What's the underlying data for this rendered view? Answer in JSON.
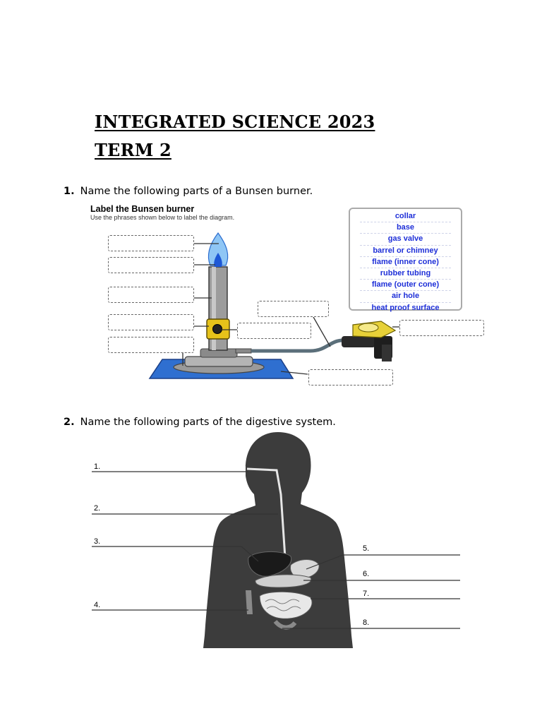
{
  "header": {
    "title": "INTEGRATED SCIENCE  2023",
    "term": "TERM 2"
  },
  "question1": {
    "number": "1.",
    "text": "Name the following parts of a Bunsen burner.",
    "diagram_title": "Label the Bunsen burner",
    "diagram_instruction": "Use the phrases shown below to label the diagram.",
    "word_bank": [
      "collar",
      "base",
      "gas valve",
      "barrel or  chimney",
      "flame (inner cone)",
      "rubber tubing",
      "flame (outer cone)",
      "air hole",
      "heat proof surface"
    ]
  },
  "question2": {
    "number": "2.",
    "text": "Name the following parts of the digestive system.",
    "labels": [
      "1.",
      "2.",
      "3.",
      "4.",
      "5.",
      "6.",
      "7.",
      "8."
    ]
  },
  "colors": {
    "word_bank_text": "#1e2fd8",
    "heat_proof_surface": "#2f6fd0",
    "collar": "#e6c21a",
    "flame_outer": "#8fc6f5",
    "flame_inner": "#1d58d6",
    "silhouette": "#3c3c3c"
  }
}
